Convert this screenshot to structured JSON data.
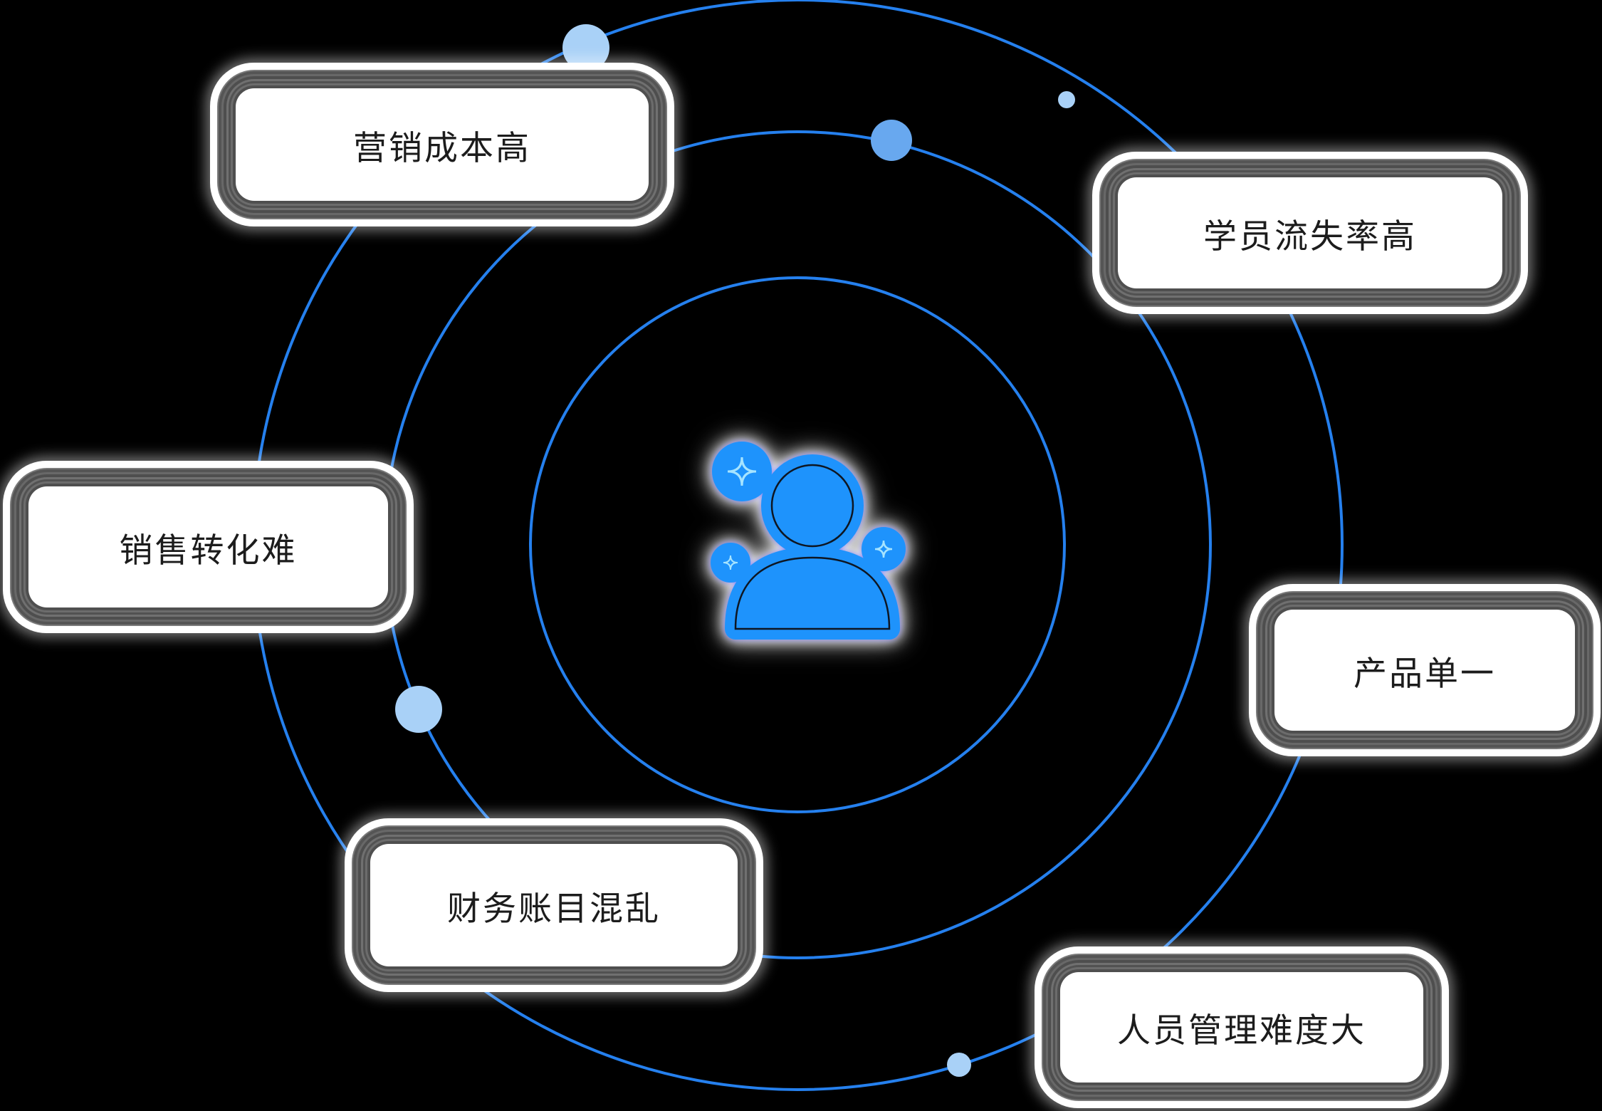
{
  "diagram": {
    "description": "Six training-business pain points orbiting a central user icon",
    "center": {
      "icon": "user-sparkle-icon"
    },
    "nodes": [
      {
        "id": "node-1",
        "label": "营销成本高",
        "position": "top-left"
      },
      {
        "id": "node-2",
        "label": "学员流失率高",
        "position": "top-right"
      },
      {
        "id": "node-3",
        "label": "销售转化难",
        "position": "left"
      },
      {
        "id": "node-4",
        "label": "产品单一",
        "position": "right"
      },
      {
        "id": "node-5",
        "label": "财务账目混乱",
        "position": "bottom-left"
      },
      {
        "id": "node-6",
        "label": "人员管理难度大",
        "position": "bottom-right"
      }
    ],
    "orbits": {
      "circle_count": 3,
      "dot_count": 5
    }
  },
  "colors": {
    "background": "#000000",
    "orbit_line": "#2580EE",
    "dot_light": "#A9D1F7",
    "dot_medium": "#68A8EF",
    "icon_fill": "#1E93FC",
    "icon_outline": "#0E1622",
    "sparkle_stroke": "#A6E4FF",
    "icon_glow": "#7D7BF0",
    "box_background": "#FFFFFF",
    "box_border_dark": "#4F4F4F",
    "box_border_light": "#7A7A7A",
    "box_halo": "#FFFFFF",
    "text": "#1C1C1C"
  }
}
